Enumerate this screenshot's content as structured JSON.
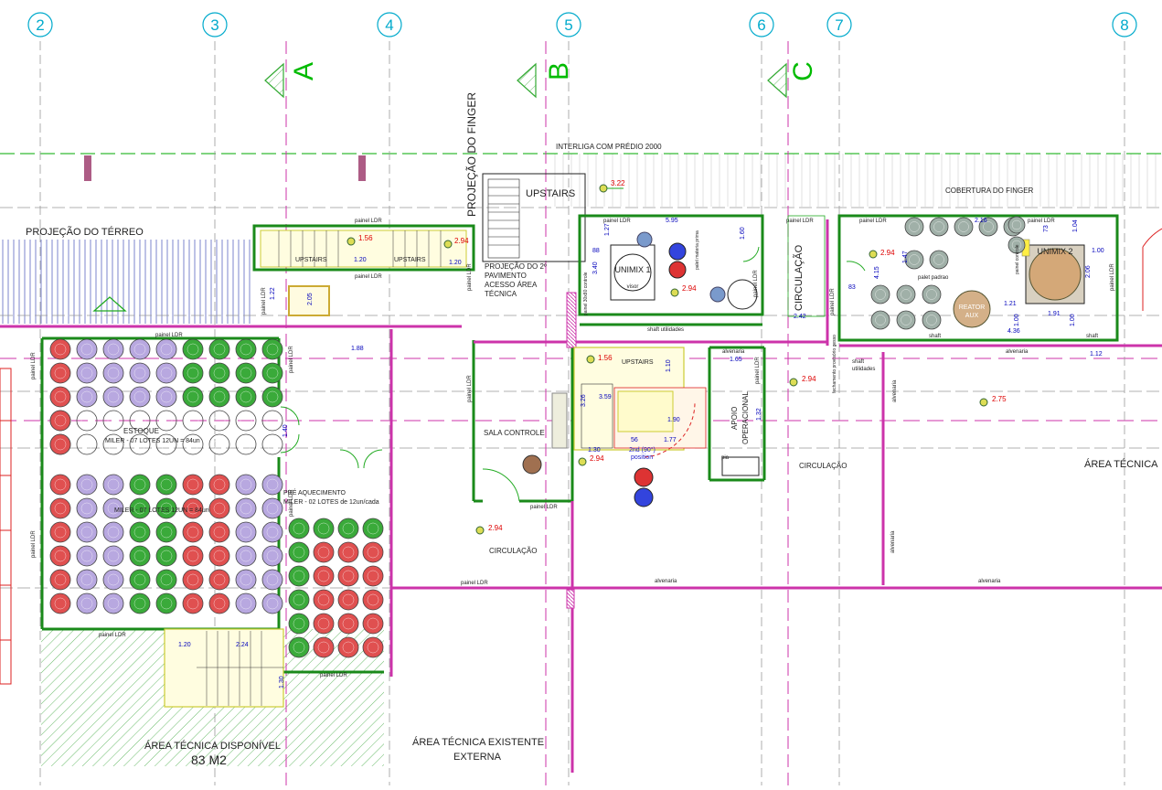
{
  "grid": {
    "columns": [
      "2",
      "3",
      "4",
      "5",
      "6",
      "7",
      "8"
    ],
    "sections": [
      "A",
      "B",
      "C"
    ]
  },
  "labels": {
    "interliga": "INTERLIGA COM PRÉDIO 2000",
    "upstairs_main": "UPSTAIRS",
    "cobertura": "COBERTURA DO FINGER",
    "projecao_terreo": "PROJEÇÃO DO TÉRREO",
    "projecao_finger": "PROJEÇÃO DO FINGER",
    "projecao_2pav": "PROJEÇÃO DO 2º",
    "pavimento": "PAVIMENTO",
    "acesso_area": "ACESSO ÁREA",
    "tecnica": "TÉCNICA",
    "circulacao_vert": "CIRCULAÇÃO",
    "sala_controle": "SALA CONTROLE",
    "apoio": "APOIO",
    "operacional": "OPERACIONAL",
    "circulacao_1": "CIRCULAÇÃO",
    "circulacao_2": "CIRCULAÇÃO",
    "area_tecnica": "ÁREA TÉCNICA",
    "estoque": "ESTOQUE",
    "estoque_miler": "MILER - 07 LOTES 12UN = 84un",
    "estoque_overlay": "MILER - 07 LOTES 12UN = 84un",
    "pre_aquecimento": "PRÉ AQUECIMENTO",
    "pre_miler": "MILER - 02 LOTES de 12un/cada",
    "area_disponivel": "ÁREA TÉCNICA DISPONÍVEL",
    "area_83": "83 M2",
    "area_existente": "ÁREA TÉCNICA EXISTENTE",
    "externa": "EXTERNA",
    "unimix1": "UNIMIX 1",
    "visor": "visor",
    "unimix2": "UNIMIX 2",
    "reator": "REATOR",
    "aux": "AUX",
    "shaft_utilidades": "shaft utilidades",
    "shaft": "shaft",
    "palet_padrao": "palet padrao",
    "palet_materia": "palet materia prima",
    "alvenaria": "alvenaria",
    "painel_ldr": "painel LDR",
    "pia": "pia",
    "second_position": "2nd (90°)",
    "position": "position",
    "fechamento": "fechamento provisório gesso",
    "shaft_util2": "shaft",
    "utilidades": "utilidades",
    "painel_controle": "painel 30x80 controle",
    "painel_controle2": "painel controle"
  },
  "levels": {
    "l322": "3.22",
    "l294": "2.94",
    "l156": "1.56",
    "l275": "2.75"
  },
  "dims": {
    "d595": "5.95",
    "d160": "1.60",
    "d120": "1.20",
    "d122": "1.22",
    "d205": "2.05",
    "d188": "1.88",
    "d340": "3.40",
    "d088": "88",
    "d127": "1.27",
    "d242": "2.42",
    "d415": "4.15",
    "d147": "1.47",
    "d121": "1.21",
    "d191": "1.91",
    "d100": "1.00",
    "d436": "4.36",
    "d112": "1.12",
    "d206": "2.06",
    "d165": "1.65",
    "d132": "1.32",
    "d190": "1.90",
    "d177": "1.77",
    "d056": "56",
    "d140": "1.40",
    "d130": "1.30",
    "d326": "3.26",
    "d359": "3.59",
    "d110": "1.10",
    "d224": "2.24",
    "d216": "2.16",
    "d283": "83",
    "d104": "1.04",
    "d273": "73"
  },
  "colors": {
    "grid": "#00aacc",
    "green": "#009900",
    "magenta": "#cc33aa",
    "blue": "#0000cc",
    "red": "#dd0000",
    "yellow": "#e8e000",
    "drum_red": "#e05050",
    "drum_green": "#3aaa3a",
    "drum_lilac": "#b8a8e0",
    "drum_gray": "#a0b0a8"
  }
}
